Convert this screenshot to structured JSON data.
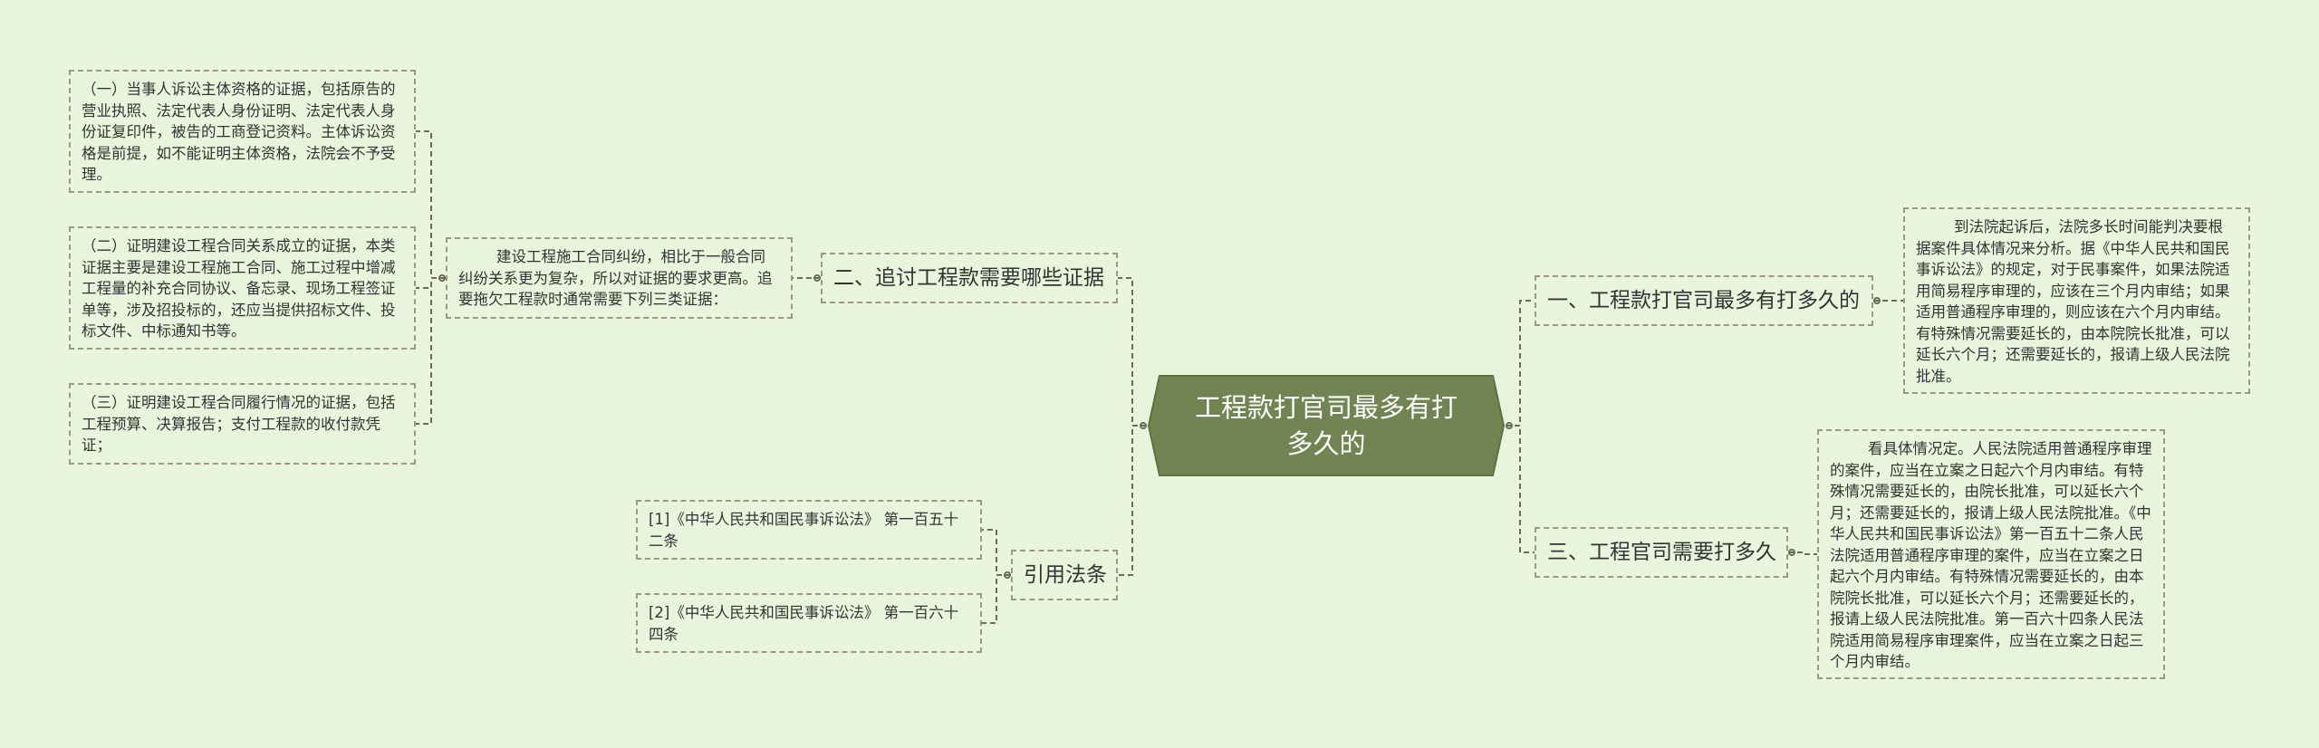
{
  "root": {
    "title": "工程款打官司最多有打多久的"
  },
  "branches": {
    "evidence": {
      "label": "二、追讨工程款需要哪些证据",
      "intro": "        建设工程施工合同纠纷，相比于一般合同纠纷关系更为复杂，所以对证据的要求更高。追要拖欠工程款时通常需要下列三类证据：",
      "items": [
        "（一）当事人诉讼主体资格的证据，包括原告的营业执照、法定代表人身份证明、法定代表人身份证复印件，被告的工商登记资料。主体诉讼资格是前提，如不能证明主体资格，法院会不予受理。",
        "（二）证明建设工程合同关系成立的证据，本类证据主要是建设工程施工合同、施工过程中增减工程量的补充合同协议、备忘录、现场工程签证单等，涉及招投标的，还应当提供招标文件、投标文件、中标通知书等。",
        "（三）证明建设工程合同履行情况的证据，包括工程预算、决算报告；支付工程款的收付款凭证；"
      ]
    },
    "laws": {
      "label": "引用法条",
      "items": [
        "[1]《中华人民共和国民事诉讼法》 第一百五十二条",
        "[2]《中华人民共和国民事诉讼法》 第一百六十四条"
      ]
    },
    "maxduration": {
      "label": "一、工程款打官司最多有打多久的",
      "detail": "        到法院起诉后，法院多长时间能判决要根据案件具体情况来分析。据《中华人民共和国民事诉讼法》的规定，对于民事案件，如果法院适用简易程序审理的，应该在三个月内审结；如果适用普通程序审理的，则应该在六个月内审结。有特殊情况需要延长的，由本院院长批准，可以延长六个月；还需要延长的，报请上级人民法院批准。"
    },
    "howlong": {
      "label": "三、工程官司需要打多久",
      "detail": "        看具体情况定。人民法院适用普通程序审理的案件，应当在立案之日起六个月内审结。有特殊情况需要延长的，由院长批准，可以延长六个月；还需要延长的，报请上级人民法院批准。《中华人民共和国民事诉讼法》第一百五十二条人民法院适用普通程序审理的案件，应当在立案之日起六个月内审结。有特殊情况需要延长的，由本院院长批准，可以延长六个月；还需要延长的，报请上级人民法院批准。第一百六十四条人民法院适用简易程序审理案件，应当在立案之日起三个月内审结。"
    }
  },
  "colors": {
    "background": "#e8f4dc",
    "root_fill": "#718553",
    "root_border": "#5f7143",
    "root_text": "#ffffff",
    "border": "#9a9a7e",
    "connector": "#6b6b58"
  }
}
